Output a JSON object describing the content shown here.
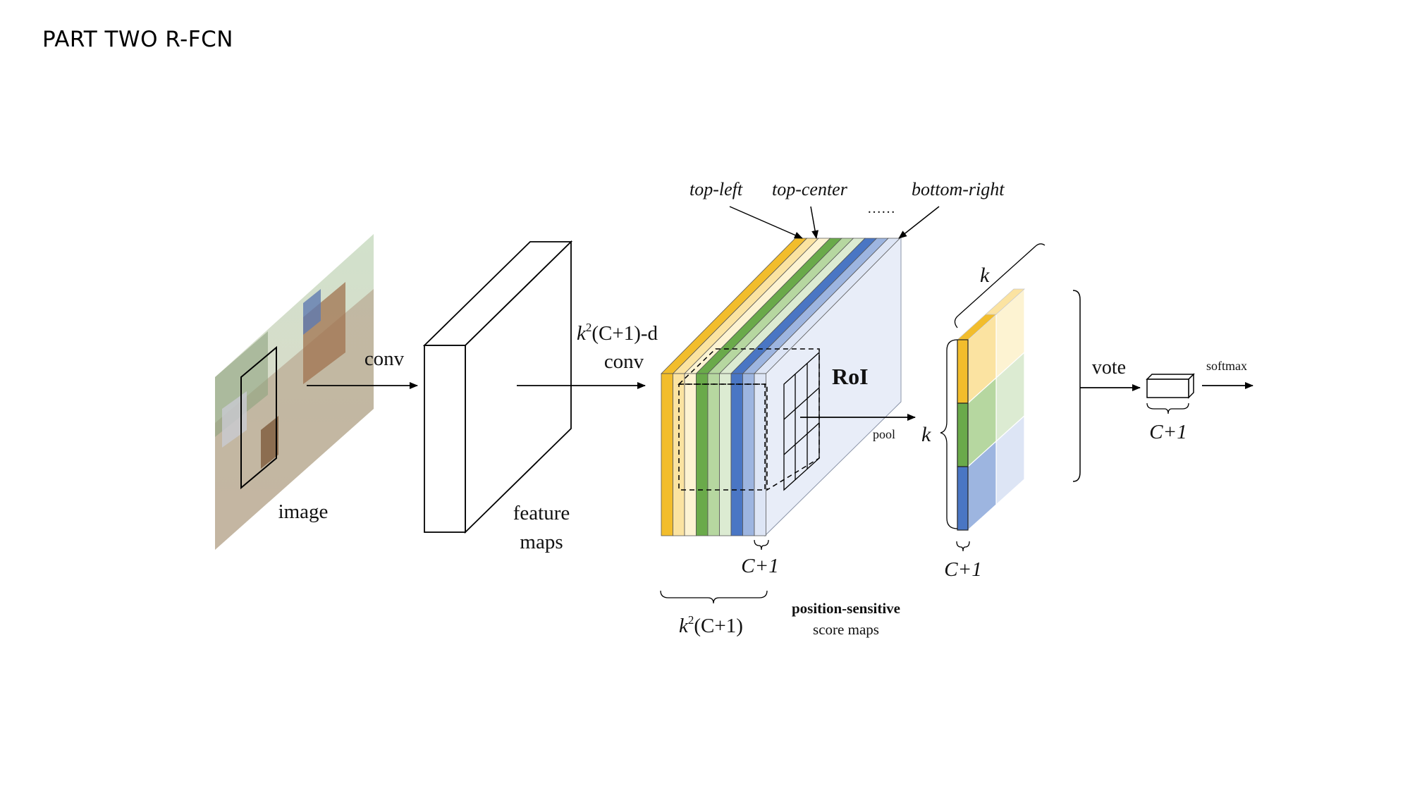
{
  "slide": {
    "title": "PART TWO R-FCN"
  },
  "labels": {
    "image": "image",
    "conv": "conv",
    "feature_maps_line1": "feature",
    "feature_maps_line2": "maps",
    "kconv_prefix": "k",
    "kconv_sup": "2",
    "kconv_suffix": "(C+1)-d",
    "kconv_line2": "conv",
    "top_left": "top-left",
    "top_center": "top-center",
    "dots": "……",
    "bottom_right": "bottom-right",
    "roi": "RoI",
    "pool": "pool",
    "c_plus_1_maps": "C+1",
    "k2_prefix": "k",
    "k2_sup": "2",
    "k2_suffix": "(C+1)",
    "ps_line1": "position-sensitive",
    "ps_line2": "score maps",
    "k_top": "k",
    "k_left": "k",
    "c_plus_1_pooled": "C+1",
    "vote": "vote",
    "c_plus_1_vote": "C+1",
    "softmax": "softmax"
  },
  "colors": {
    "yellow": "#f2bd2c",
    "yellow_light": "#fbe3a1",
    "yellow_pale": "#fdf3d2",
    "green": "#6aaa4a",
    "green_light": "#b6d7a0",
    "green_pale": "#dcebd2",
    "blue": "#4a76c4",
    "blue_light": "#9db5e0",
    "blue_pale": "#dde5f5",
    "block_back": "#e8edf8"
  }
}
